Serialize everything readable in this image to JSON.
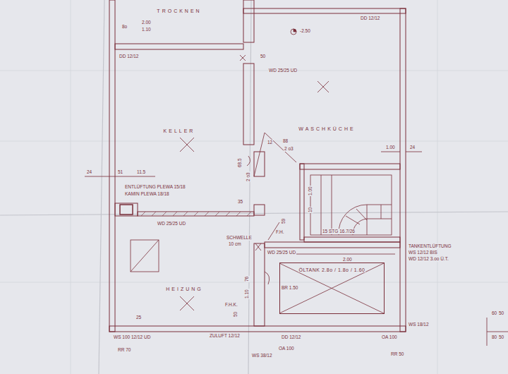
{
  "diagram": {
    "nodes": [
      {
        "text": [
          "TROCKNEN"
        ]
      },
      {
        "text": [
          "KELLER"
        ]
      },
      {
        "text": [
          "WASCHKÜCHE"
        ]
      },
      {
        "text": [
          "HEIZUNG"
        ]
      },
      {
        "text": [
          "ÖLTANK 2.8o / 1.8o / 1.60"
        ]
      }
    ],
    "labels": [
      "2.00",
      "1.10",
      "8o",
      "DD 12/12",
      "-2.50",
      "DD 12/12",
      "50",
      "WD 25/25 UD",
      "12",
      "88",
      "2 o3",
      "1.00",
      "24",
      "24",
      "51",
      "11.5",
      "ENTLÜFTUNG PLEWA 15/18",
      "KAMIN PLEWA 18/18",
      "68.5",
      "2 o3",
      "1.00",
      "10",
      "15 STG 16.7/26",
      "WD 25/25 UD",
      "35",
      "SCHWELLE",
      "10 cm",
      "F.H.",
      "59",
      "WD 25/25 UD",
      "2.00",
      "TANKENTLÜFTUNG",
      "WS 12/12 BIS",
      "WD 12/12 3.oo Ü.T.",
      "BR 1.50",
      "F.H.K.",
      "25",
      "76",
      "1.10",
      "50",
      "ZULUFT 12/12",
      "WS 100 12/12 UD",
      "DD 12/12",
      "OA 100",
      "OA 100",
      "WS 38/12",
      "WS 18/12",
      "RR 70",
      "RR 50",
      "60",
      "50",
      "80",
      "50"
    ]
  }
}
